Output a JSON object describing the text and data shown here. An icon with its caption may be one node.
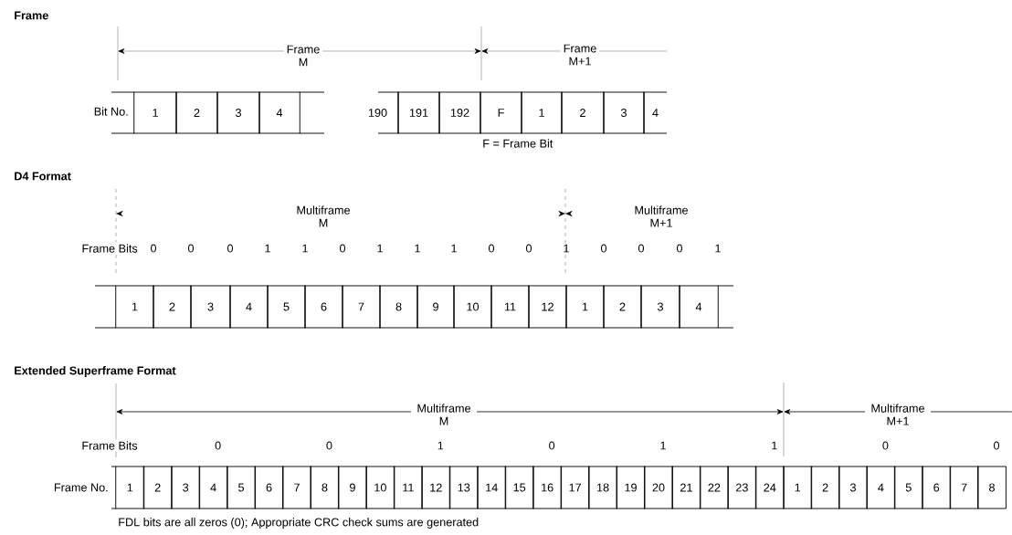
{
  "diagram": {
    "nodes": [
      {
        "text": [
          "1"
        ]
      },
      {
        "text": [
          "2"
        ]
      },
      {
        "text": [
          "3"
        ]
      },
      {
        "text": [
          "4"
        ]
      },
      {
        "text": [
          "190"
        ]
      },
      {
        "text": [
          "191"
        ]
      },
      {
        "text": [
          "192"
        ]
      },
      {
        "text": [
          "F"
        ]
      },
      {
        "text": [
          "1"
        ]
      },
      {
        "text": [
          "2"
        ]
      },
      {
        "text": [
          "3"
        ]
      },
      {
        "text": [
          "4"
        ]
      },
      {
        "text": [
          "1"
        ]
      },
      {
        "text": [
          "2"
        ]
      },
      {
        "text": [
          "3"
        ]
      },
      {
        "text": [
          "4"
        ]
      },
      {
        "text": [
          "5"
        ]
      },
      {
        "text": [
          "6"
        ]
      },
      {
        "text": [
          "7"
        ]
      },
      {
        "text": [
          "8"
        ]
      },
      {
        "text": [
          "9"
        ]
      },
      {
        "text": [
          "10"
        ]
      },
      {
        "text": [
          "11"
        ]
      },
      {
        "text": [
          "12"
        ]
      },
      {
        "text": [
          "1"
        ]
      },
      {
        "text": [
          "2"
        ]
      },
      {
        "text": [
          "3"
        ]
      },
      {
        "text": [
          "4"
        ]
      },
      {
        "text": [
          "1"
        ]
      },
      {
        "text": [
          "2"
        ]
      },
      {
        "text": [
          "3"
        ]
      },
      {
        "text": [
          "4"
        ]
      },
      {
        "text": [
          "5"
        ]
      },
      {
        "text": [
          "6"
        ]
      },
      {
        "text": [
          "7"
        ]
      },
      {
        "text": [
          "8"
        ]
      },
      {
        "text": [
          "9"
        ]
      },
      {
        "text": [
          "10"
        ]
      },
      {
        "text": [
          "11"
        ]
      },
      {
        "text": [
          "12"
        ]
      },
      {
        "text": [
          "13"
        ]
      },
      {
        "text": [
          "14"
        ]
      },
      {
        "text": [
          "15"
        ]
      },
      {
        "text": [
          "16"
        ]
      },
      {
        "text": [
          "17"
        ]
      },
      {
        "text": [
          "18"
        ]
      },
      {
        "text": [
          "19"
        ]
      },
      {
        "text": [
          "20"
        ]
      },
      {
        "text": [
          "21"
        ]
      },
      {
        "text": [
          "22"
        ]
      },
      {
        "text": [
          "23"
        ]
      },
      {
        "text": [
          "24"
        ]
      },
      {
        "text": [
          "1"
        ]
      },
      {
        "text": [
          "2"
        ]
      },
      {
        "text": [
          "3"
        ]
      },
      {
        "text": [
          "4"
        ]
      },
      {
        "text": [
          "5"
        ]
      },
      {
        "text": [
          "6"
        ]
      },
      {
        "text": [
          "7"
        ]
      },
      {
        "text": [
          "8"
        ]
      }
    ],
    "labels": [
      "Frame",
      "Frame M",
      "Frame M+1",
      "Bit No.",
      "F = Frame Bit",
      "D4 Format",
      "Multiframe M",
      "Multiframe M+1",
      "Frame Bits",
      "0",
      "0",
      "0",
      "1",
      "1",
      "0",
      "1",
      "1",
      "1",
      "0",
      "0",
      "1",
      "0",
      "0",
      "0",
      "1",
      "Extended Superframe Format",
      "Multiframe M",
      "Multiframe M+1",
      "Frame Bits",
      "0",
      "0",
      "1",
      "0",
      "1",
      "1",
      "0",
      "0",
      "Frame No.",
      "FDL bits are all zeros (0); Appropriate CRC check sums are generated"
    ]
  }
}
